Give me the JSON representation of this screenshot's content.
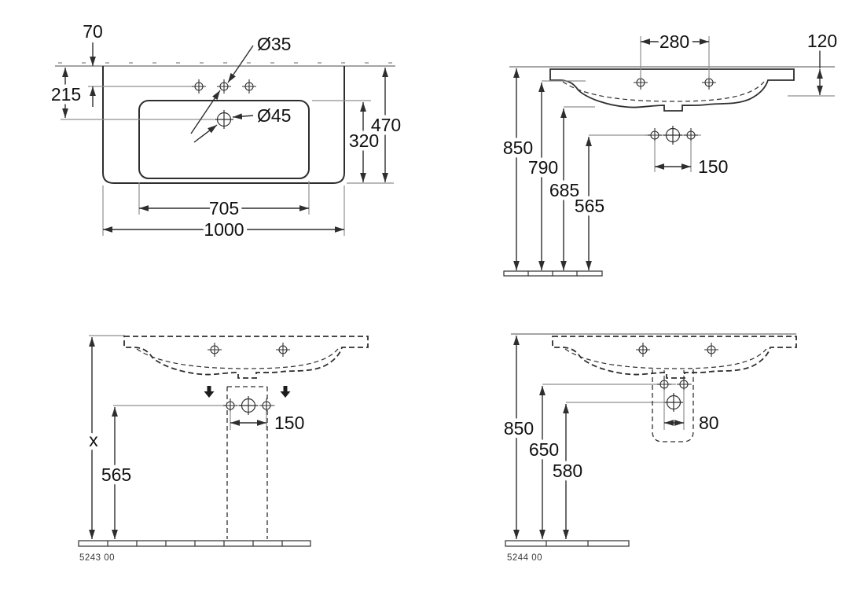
{
  "document": {
    "type": "washbasin technical dimension drawing",
    "colors": {
      "background": "#ffffff",
      "line": "#2e2e2e",
      "reference": "#8f8f8f",
      "text": "#111111"
    }
  },
  "views": {
    "plan": {
      "dims": {
        "wall_to_taphole": "70",
        "wall_to_drain": "215",
        "taphole_diameter": "Ø35",
        "drain_diameter": "Ø45",
        "overall_depth": "470",
        "bowl_depth": "320",
        "bowl_width": "705",
        "overall_width": "1000"
      }
    },
    "elevation": {
      "dims": {
        "taphole_spacing": "280",
        "rim_height": "120",
        "rim_above_floor": "850",
        "underside_above_floor": "790",
        "bottom_above_floor": "685",
        "drain_above_floor": "565",
        "fixing_spacing": "150"
      }
    },
    "furniture_installation": {
      "product_code": "5243 00",
      "dims": {
        "height_variable": "x",
        "drain_above_floor": "565",
        "fixing_spacing": "150"
      }
    },
    "siphon_cover_installation": {
      "product_code": "5244 00",
      "dims": {
        "rim_above_floor": "850",
        "fixing_above_floor": "650",
        "drain_above_floor": "580",
        "fixing_spacing": "80"
      }
    }
  }
}
